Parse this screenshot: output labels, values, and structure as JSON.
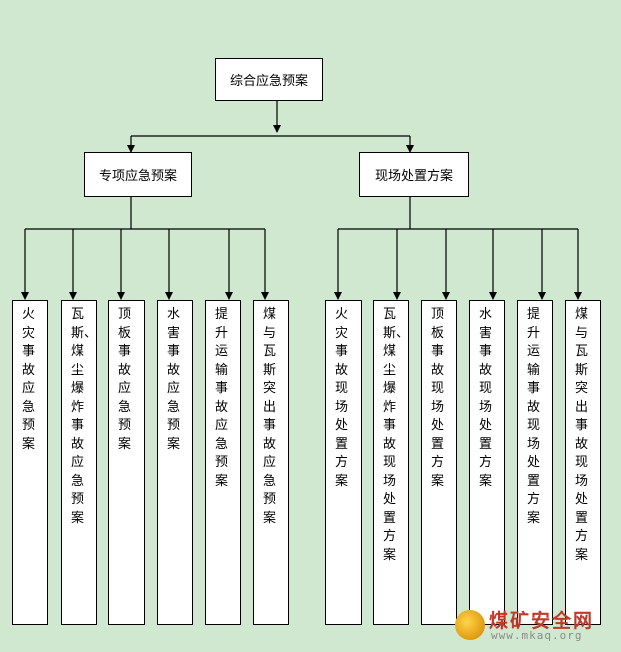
{
  "root": "综合应急预案",
  "branches": [
    {
      "label": "专项应急预案",
      "children": [
        "火灾事故应急预案",
        "瓦斯、煤尘爆炸事故应急预案",
        "顶板事故应急预案",
        "水害事故应急预案",
        "提升运输事故应急预案",
        "煤与瓦斯突出事故应急预案"
      ]
    },
    {
      "label": "现场处置方案",
      "children": [
        "火灾事故现场处置方案",
        "瓦斯、煤尘爆炸事故现场处置方案",
        "顶板事故现场处置方案",
        "水害事故现场处置方案",
        "提升运输事故现场处置方案",
        "煤与瓦斯突出事故现场处置方案"
      ]
    }
  ],
  "watermark": {
    "title": "煤矿安全网",
    "url": "www.mkaq.org"
  }
}
